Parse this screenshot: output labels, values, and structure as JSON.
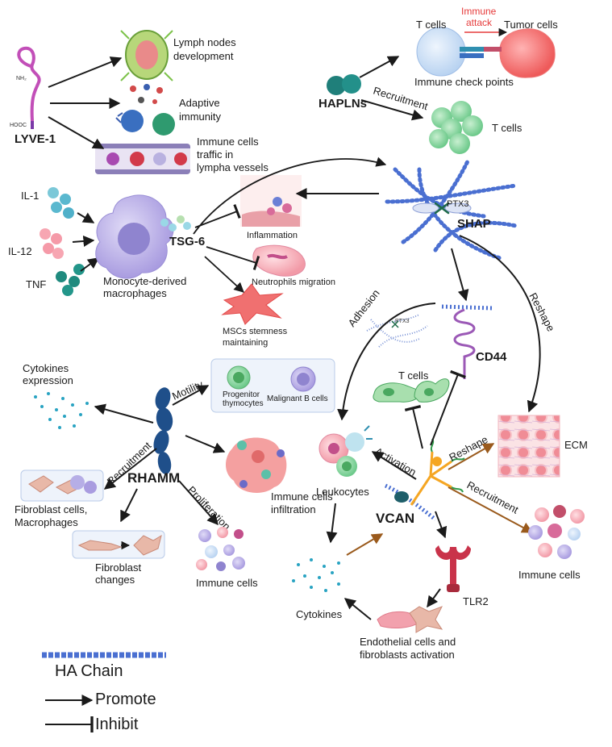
{
  "colors": {
    "arrow": "#1a1a1a",
    "brown_arrow": "#9a5a1c",
    "ha_chain": "#4a6fd1",
    "ha_chain_light": "#a9b9ee",
    "pink": "#f2a1ad",
    "teal": "#1f8a7e",
    "cyan": "#4fb8d8",
    "purple": "#8a4fb3",
    "red": "#e63b3b",
    "green": "#8fd19e",
    "blue_cell": "#cfe1f7"
  },
  "labels": {
    "lyve1": "LYVE-1",
    "lymph_nodes": [
      "Lymph nodes",
      "development"
    ],
    "adaptive": [
      "Adaptive",
      "immunity"
    ],
    "immune_traffic": [
      "Immune cells",
      "traffic in",
      "lympha vessels"
    ],
    "hoocc": "HOOC",
    "nh2": "NH₂",
    "t_cells_top": "T cells",
    "immune_attack": [
      "Immune",
      "attack"
    ],
    "tumor_cells": "Tumor cells",
    "checkpoints": "Immune check points",
    "haplns": "HAPLNs",
    "recruitment_top": "Recruitment",
    "t_cells_cluster": "T cells",
    "il1": "IL-1",
    "il12": "IL-12",
    "tnf": "TNF",
    "macrophages": [
      "Monocyte-derived",
      "macrophages"
    ],
    "tsg6": "TSG-6",
    "inflammation": "Inflammation",
    "neutrophils": "Neutrophils migration",
    "mscs": [
      "MSCs stemness",
      "maintaining"
    ],
    "shap": "SHAP",
    "ptx3": "PTX3",
    "ptx3_small": "PTX3",
    "adhesion": "Adhesion",
    "reshape_right": "Reshape",
    "cd44": "CD44",
    "cytokines_expr": [
      "Cytokines",
      "expression"
    ],
    "motility": "Motility",
    "progenitor": [
      "Progenitor",
      "thymocytes"
    ],
    "malignant_b": "Malignant B cells",
    "t_cells_mid": "T cells",
    "recruitment_rhamm": "Recruitment",
    "rhamm": "RHAMM",
    "proliferation": "Proliferation",
    "immune_infiltration": [
      "Immune cells",
      "infiltration"
    ],
    "fibroblast_mac": [
      "Fibroblast cells,",
      "Macrophages"
    ],
    "fibroblast_changes": [
      "Fibroblast",
      "changes"
    ],
    "immune_cells_left": "Immune cells",
    "leukocytes": "Leukocytes",
    "activation": "Activation",
    "reshape_vcan": "Reshape",
    "ecm": "ECM",
    "recruitment_vcan": "Recruitment",
    "vcan": "VCAN",
    "immune_cells_right": "Immune cells",
    "tlr2": "TLR2",
    "cytokines": "Cytokines",
    "endothelial": [
      "Endothelial cells and",
      "fibroblasts activation"
    ]
  },
  "legend": {
    "ha_chain": "HA Chain",
    "promote": "Promote",
    "inhibit": "Inhibit"
  }
}
